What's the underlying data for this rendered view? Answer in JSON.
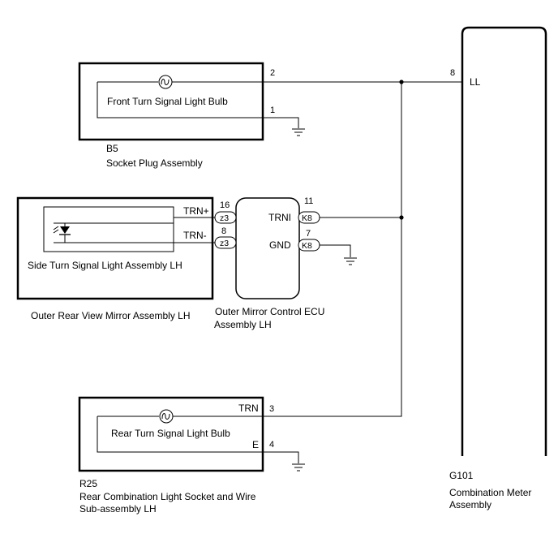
{
  "components": {
    "b5": {
      "code": "B5",
      "name": "Socket Plug Assembly",
      "inner_label": "Front Turn Signal Light Bulb",
      "pin_2": "2",
      "pin_1": "1"
    },
    "mirror": {
      "name": "Outer Rear View Mirror Assembly LH",
      "inner_label": "Side Turn Signal Light Assembly LH",
      "trn_plus": "TRN+",
      "trn_minus": "TRN-",
      "pin_16": "16",
      "pin_8": "8",
      "connector_z3": "z3"
    },
    "ecu": {
      "name_line1": "Outer Mirror Control ECU",
      "name_line2": "Assembly LH",
      "trni": "TRNI",
      "gnd": "GND",
      "pin_11": "11",
      "pin_7": "7",
      "connector_k8": "K8"
    },
    "r25": {
      "code": "R25",
      "name_line1": "Rear Combination Light Socket and Wire",
      "name_line2": "Sub-assembly LH",
      "inner_label": "Rear Turn Signal Light Bulb",
      "trn": "TRN",
      "e": "E",
      "pin_3": "3",
      "pin_4": "4"
    },
    "g101": {
      "code": "G101",
      "name_line1": "Combination Meter",
      "name_line2": "Assembly",
      "ll": "LL",
      "pin_8": "8"
    }
  }
}
